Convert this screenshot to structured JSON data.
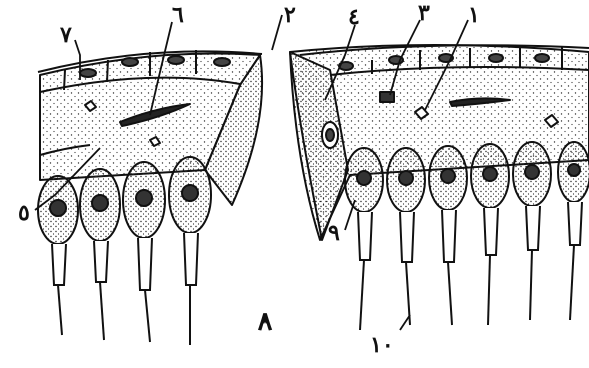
{
  "figure": {
    "panel_label": "ٛٛ٨",
    "labels": {
      "one": "١",
      "two": "٢",
      "three": "٣",
      "four": "٤",
      "five": "٥",
      "six": "٦",
      "seven": "٧",
      "nine": "٩",
      "ten": "١٠"
    }
  },
  "colors": {
    "ink": "#111111",
    "stipple": "#333333",
    "paper": "#ffffff"
  }
}
